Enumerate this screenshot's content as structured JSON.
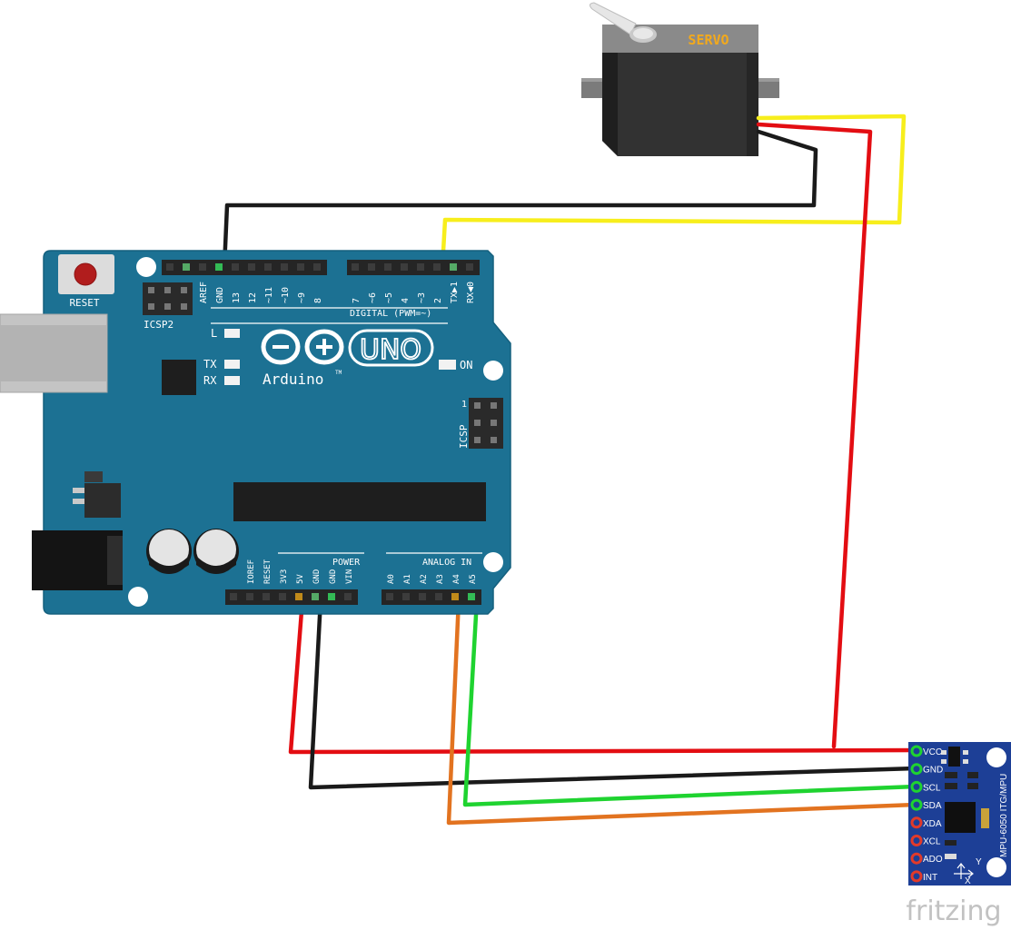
{
  "servo": {
    "label": "SERVO"
  },
  "arduino": {
    "reset_label": "RESET",
    "icsp2_label": "ICSP2",
    "icsp_label": "ICSP",
    "icsp_pin1": "1",
    "digital_label": "DIGITAL (PWM=~)",
    "digital_pins": [
      "AREF",
      "GND",
      "13",
      "12",
      "~11",
      "~10",
      "~9",
      "8",
      "7",
      "~6",
      "~5",
      "4",
      "~3",
      "2",
      "TX▶1",
      "RX◀0"
    ],
    "led_l": "L",
    "led_tx": "TX",
    "led_rx": "RX",
    "on_label": "ON",
    "brand": "Arduino",
    "tm": "TM",
    "model": "UNO",
    "power_label": "POWER",
    "power_pins": [
      "IOREF",
      "RESET",
      "3V3",
      "5V",
      "GND",
      "GND",
      "VIN"
    ],
    "analog_label": "ANALOG IN",
    "analog_pins": [
      "A0",
      "A1",
      "A2",
      "A3",
      "A4",
      "A5"
    ],
    "colors": {
      "board": "#1c7193",
      "board_edge": "#15607e"
    }
  },
  "mpu": {
    "pins": [
      "VCC",
      "GND",
      "SCL",
      "SDA",
      "XDA",
      "XCL",
      "ADO",
      "INT"
    ],
    "title": "MPU-6050 ITG/MPU",
    "axis_y": "Y",
    "axis_x": "X",
    "colors": {
      "board": "#1d3f96"
    }
  },
  "wires": {
    "colors": {
      "red": "#e30d12",
      "black": "#1a1a1a",
      "yellow": "#f7ee1c",
      "green": "#1fd330",
      "orange": "#e27320"
    }
  },
  "watermark": "fritzing"
}
